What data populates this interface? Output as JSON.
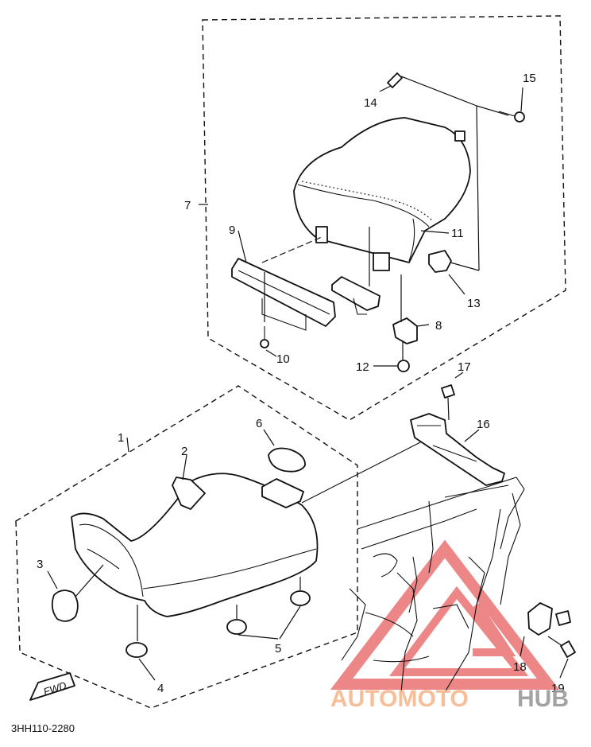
{
  "diagram": {
    "part_labels": [
      "1",
      "2",
      "3",
      "4",
      "5",
      "6",
      "7",
      "8",
      "9",
      "10",
      "11",
      "12",
      "13",
      "14",
      "15",
      "16",
      "17",
      "18",
      "19"
    ],
    "code": "3HH110-2280",
    "fwd_tag": "FWD"
  },
  "watermark": {
    "word_a": "AUTOMOTO",
    "word_b": "HUB",
    "color_a": "#f6b98e",
    "color_b": "#9a9a9a",
    "logo_color": "#e86060"
  }
}
